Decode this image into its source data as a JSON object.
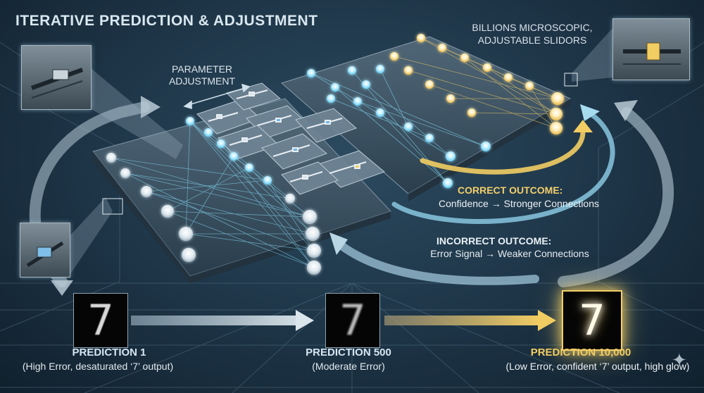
{
  "title": "ITERATIVE PREDICTION & ADJUSTMENT",
  "labels": {
    "billions": "BILLIONS MICROSCOPIC, ADJUSTABLE SLIDORS",
    "parameter_adjustment": "PARAMETER ADJUSTMENT",
    "correct_title": "CORRECT OUTCOME:",
    "correct_text": "Confidence → Stronger Connections",
    "incorrect_title": "INCORRECT OUTCOME:",
    "incorrect_text": "Error Signal → Weaker Connections"
  },
  "predictions": [
    {
      "title": "PREDICTION 1",
      "subtitle": "(High Error, desaturated ‘7’ output)",
      "digit": "7"
    },
    {
      "title": "PREDICTION 500",
      "subtitle": "(Moderate Error)",
      "digit": "7"
    },
    {
      "title": "PREDICTION 10,000",
      "subtitle": "(Low Error, confident ‘7’ output, high glow)",
      "digit": "7"
    }
  ],
  "colors": {
    "blue_glow": "#6fd9ff",
    "gold_glow": "#f2cd63",
    "background": "#1d3446",
    "arrow_gray": "#9fb4c2"
  }
}
